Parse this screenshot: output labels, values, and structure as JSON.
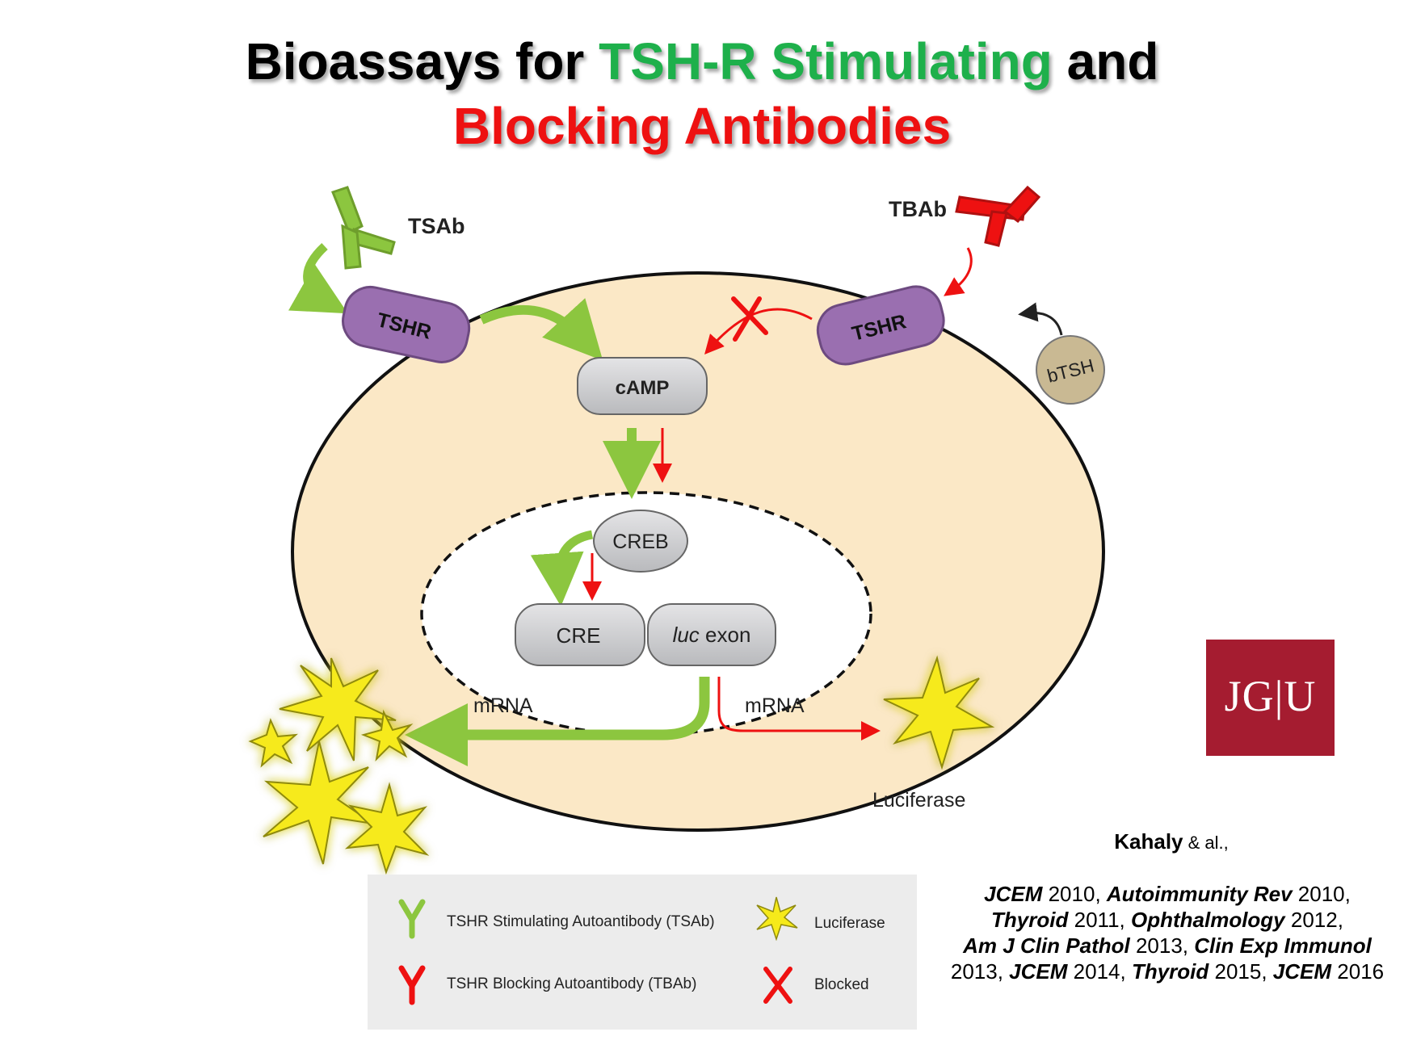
{
  "title": {
    "line1": [
      {
        "text": "Bioassays for ",
        "color": "black"
      },
      {
        "text": "TSH-R Stimulating",
        "color": "green"
      },
      {
        "text": " and",
        "color": "black"
      }
    ],
    "line2": [
      {
        "text": "Blocking",
        "color": "red"
      },
      {
        "text": " Antibodies",
        "color": "red"
      }
    ]
  },
  "diagram": {
    "tsab_label": "TSAb",
    "tbab_label": "TBAb",
    "tshr_left": "TSHR",
    "tshr_right": "TSHR",
    "camp": "cAMP",
    "creb": "CREB",
    "cre": "CRE",
    "luc_italic": "luc",
    "luc_rest": " exon",
    "mrna_left": "mRNA",
    "mrna_right": "mRNA",
    "btsh": "bTSH",
    "luciferase": "Luciferase"
  },
  "legend": {
    "tsab": "TSHR Stimulating Autoantibody (TSAb)",
    "tbab": "TSHR Blocking Autoantibody (TBAb)",
    "luciferase": "Luciferase",
    "blocked": "Blocked"
  },
  "logo": {
    "text": "JG|U"
  },
  "references": {
    "author_bold": "Kahaly",
    "author_rest": " & al.,",
    "lines": [
      [
        {
          "t": "JCEM",
          "b": true
        },
        {
          "t": " 2010, ",
          "b": false
        },
        {
          "t": "Autoimmunity Rev",
          "b": true
        },
        {
          "t": " 2010,",
          "b": false
        }
      ],
      [
        {
          "t": "Thyroid",
          "b": true
        },
        {
          "t": " 2011, ",
          "b": false
        },
        {
          "t": "Ophthalmology",
          "b": true
        },
        {
          "t": " 2012,",
          "b": false
        }
      ],
      [
        {
          "t": "Am J Clin Pathol",
          "b": true
        },
        {
          "t": " 2013, ",
          "b": false
        },
        {
          "t": "Clin Exp Immunol",
          "b": true
        }
      ],
      [
        {
          "t": "2013, ",
          "b": false
        },
        {
          "t": "JCEM",
          "b": true
        },
        {
          "t": " 2014, ",
          "b": false
        },
        {
          "t": "Thyroid",
          "b": true
        },
        {
          "t": " 2015, ",
          "b": false
        },
        {
          "t": "JCEM",
          "b": true
        },
        {
          "t": " 2016",
          "b": false
        }
      ]
    ]
  },
  "colors": {
    "green": "#1eb04b",
    "red": "#ee1111",
    "lime": "#8cc63f",
    "cell": "#fbe8c6",
    "purple": "#9a6fb0",
    "logo": "#a51c30"
  }
}
